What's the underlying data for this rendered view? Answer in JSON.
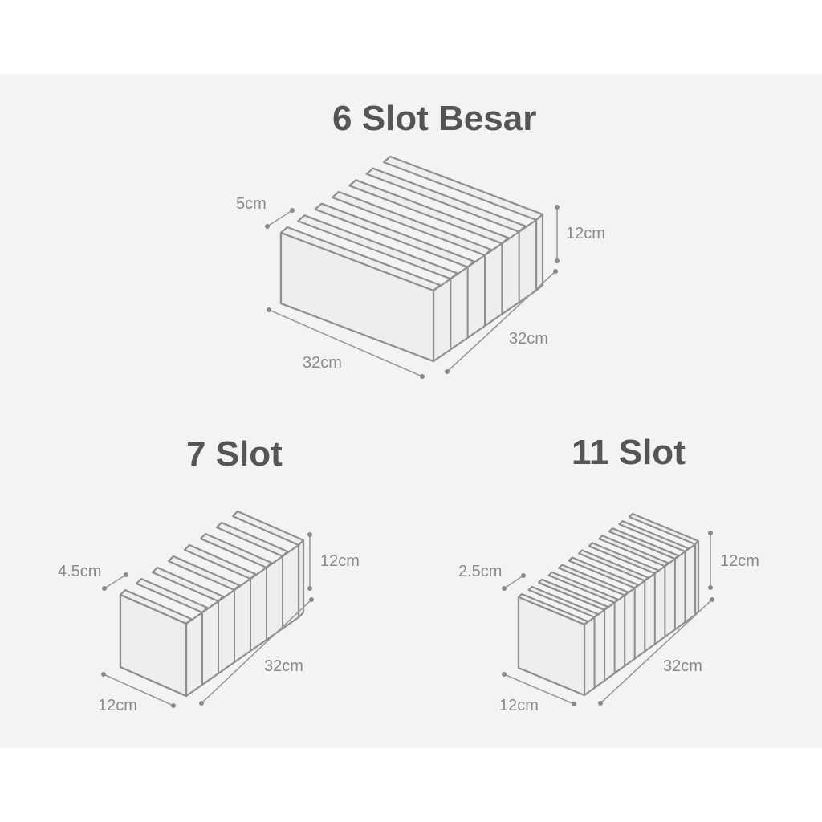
{
  "colors": {
    "panel_background": "#f3f3f2",
    "title_text": "#555555",
    "dimension_text": "#8a8a8a",
    "box_outline": "#8f8f8f",
    "box_fill": "#eeeeee"
  },
  "organizers": {
    "big": {
      "title": "6 Slot Besar",
      "slot_width": "5cm",
      "height": "12cm",
      "length": "32cm",
      "width": "32cm"
    },
    "seven": {
      "title": "7 Slot",
      "slot_width": "4.5cm",
      "height": "12cm",
      "length": "32cm",
      "width": "12cm"
    },
    "eleven": {
      "title": "11 Slot",
      "slot_width": "2.5cm",
      "height": "12cm",
      "length": "32cm",
      "width": "12cm"
    }
  }
}
